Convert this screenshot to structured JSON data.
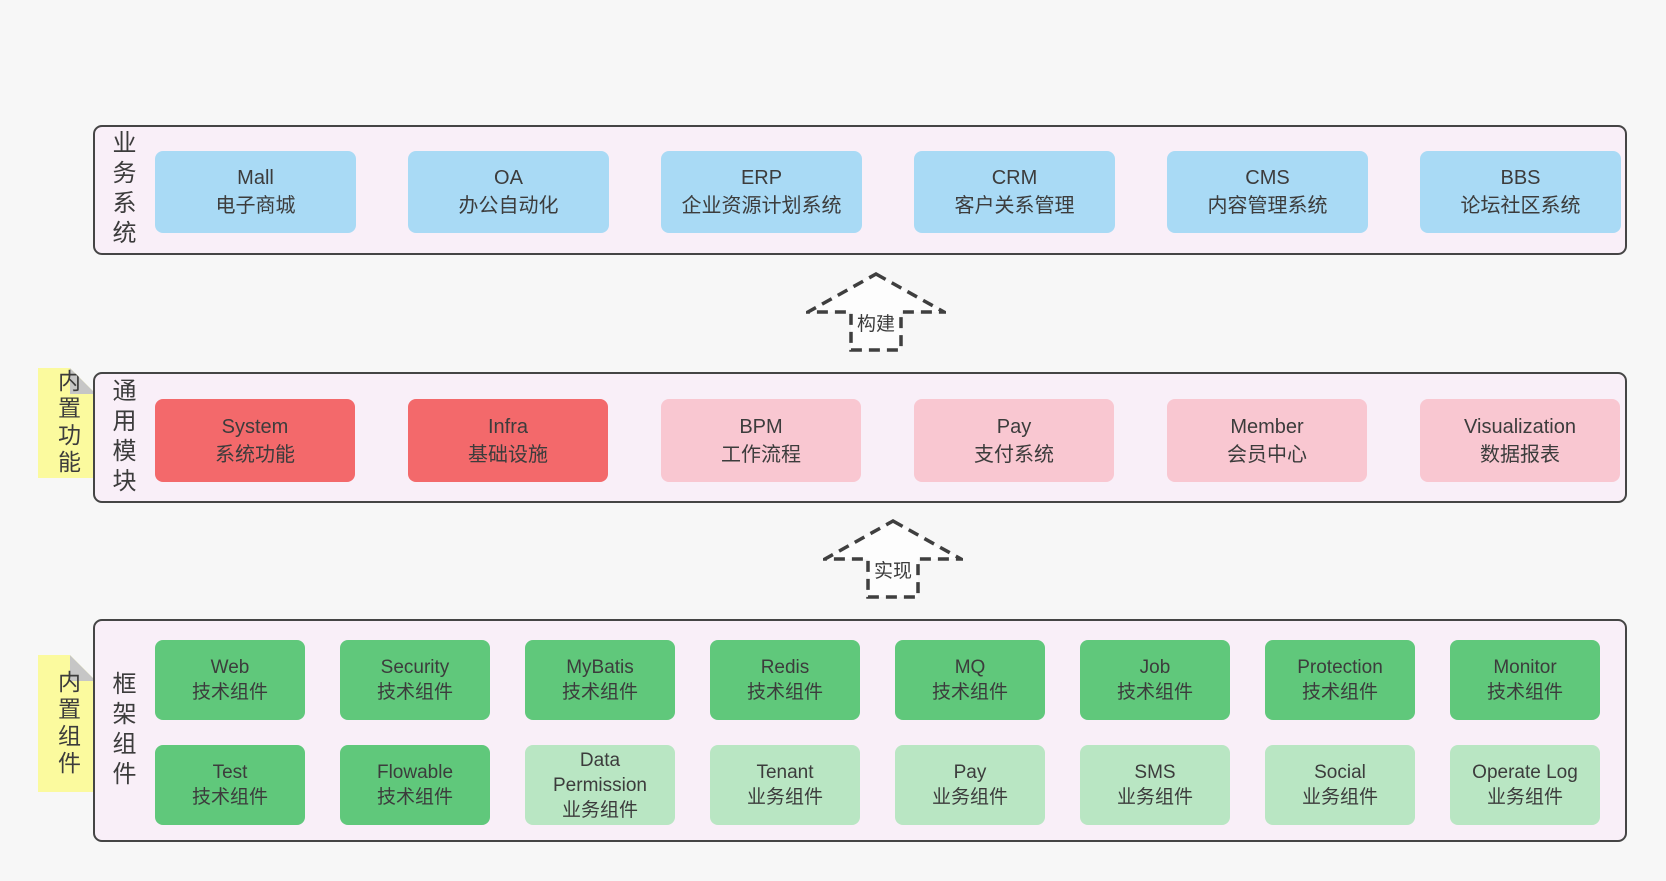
{
  "colors": {
    "page-bg": "#f7f7f7",
    "band-bg": "#f9eff8",
    "band-border": "#454545",
    "blue": "#a9daf5",
    "red": "#f3696b",
    "pink": "#f9c7d1",
    "green": "#60c87b",
    "green-light": "#b9e6c3",
    "sticky": "#fbfa9e",
    "sticky-fold": "#c6c6c6",
    "text": "#3c3c3c",
    "arrow-border": "#3f3f3f",
    "arrow-fill": "#fdfdfd"
  },
  "bands": {
    "business": {
      "label": "业务系统",
      "boxes": [
        {
          "title": "Mall",
          "subtitle": "电子商城",
          "color": "blue"
        },
        {
          "title": "OA",
          "subtitle": "办公自动化",
          "color": "blue"
        },
        {
          "title": "ERP",
          "subtitle": "企业资源计划系统",
          "color": "blue"
        },
        {
          "title": "CRM",
          "subtitle": "客户关系管理",
          "color": "blue"
        },
        {
          "title": "CMS",
          "subtitle": "内容管理系统",
          "color": "blue"
        },
        {
          "title": "BBS",
          "subtitle": "论坛社区系统",
          "color": "blue"
        }
      ]
    },
    "modules": {
      "label": "通用模块",
      "sticky": "内置功能",
      "boxes": [
        {
          "title": "System",
          "subtitle": "系统功能",
          "color": "red"
        },
        {
          "title": "Infra",
          "subtitle": "基础设施",
          "color": "red"
        },
        {
          "title": "BPM",
          "subtitle": "工作流程",
          "color": "pink"
        },
        {
          "title": "Pay",
          "subtitle": "支付系统",
          "color": "pink"
        },
        {
          "title": "Member",
          "subtitle": "会员中心",
          "color": "pink"
        },
        {
          "title": "Visualization",
          "subtitle": "数据报表",
          "color": "pink"
        }
      ]
    },
    "components": {
      "label": "框架组件",
      "sticky": "内置组件",
      "rows": [
        [
          {
            "title": "Web",
            "subtitle": "技术组件",
            "color": "green"
          },
          {
            "title": "Security",
            "subtitle": "技术组件",
            "color": "green"
          },
          {
            "title": "MyBatis",
            "subtitle": "技术组件",
            "color": "green"
          },
          {
            "title": "Redis",
            "subtitle": "技术组件",
            "color": "green"
          },
          {
            "title": "MQ",
            "subtitle": "技术组件",
            "color": "green"
          },
          {
            "title": "Job",
            "subtitle": "技术组件",
            "color": "green"
          },
          {
            "title": "Protection",
            "subtitle": "技术组件",
            "color": "green"
          },
          {
            "title": "Monitor",
            "subtitle": "技术组件",
            "color": "green"
          }
        ],
        [
          {
            "title": "Test",
            "subtitle": "技术组件",
            "color": "green"
          },
          {
            "title": "Flowable",
            "subtitle": "技术组件",
            "color": "green"
          },
          {
            "title": "Data Permission",
            "subtitle": "业务组件",
            "color": "green-light"
          },
          {
            "title": "Tenant",
            "subtitle": "业务组件",
            "color": "green-light"
          },
          {
            "title": "Pay",
            "subtitle": "业务组件",
            "color": "green-light"
          },
          {
            "title": "SMS",
            "subtitle": "业务组件",
            "color": "green-light"
          },
          {
            "title": "Social",
            "subtitle": "业务组件",
            "color": "green-light"
          },
          {
            "title": "Operate Log",
            "subtitle": "业务组件",
            "color": "green-light"
          }
        ]
      ]
    }
  },
  "arrows": {
    "build": "构建",
    "implement": "实现"
  }
}
